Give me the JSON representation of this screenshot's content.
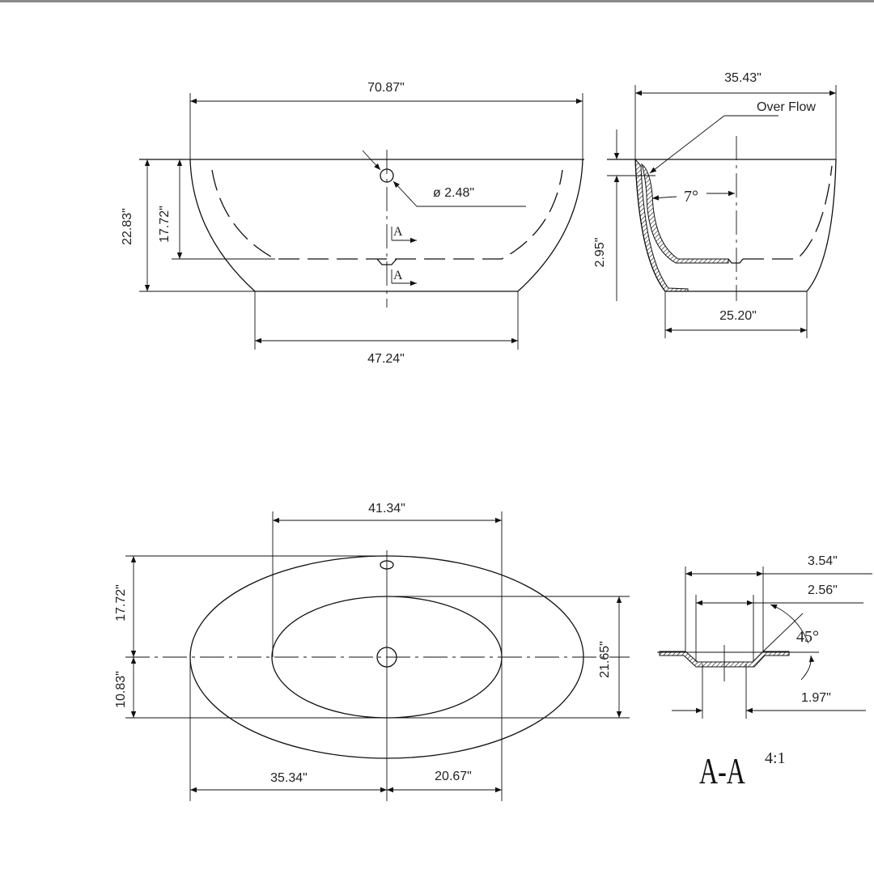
{
  "front_view": {
    "overall_length": "70.87\"",
    "base_length": "47.24\"",
    "overall_height": "22.83\"",
    "inner_depth": "17.72\"",
    "overflow_diameter": "ø 2.48\"",
    "section_marker": "A"
  },
  "side_view": {
    "overall_width": "35.43\"",
    "base_width": "25.20\"",
    "overflow_label": "Over Flow",
    "overflow_height": "2.95\"",
    "backrest_angle": "7°"
  },
  "plan_view": {
    "basin_length": "41.34\"",
    "upper_half_width": "17.72\"",
    "lower_half_width": "10.83\"",
    "basin_width": "21.65\"",
    "left_to_drain": "35.34\"",
    "drain_to_basin_end": "20.67\""
  },
  "section_view": {
    "outer_diameter": "3.54\"",
    "middle_diameter": "2.56\"",
    "inner_diameter": "1.97\"",
    "angle": "45°",
    "title": "A-A",
    "scale": "4:1"
  }
}
